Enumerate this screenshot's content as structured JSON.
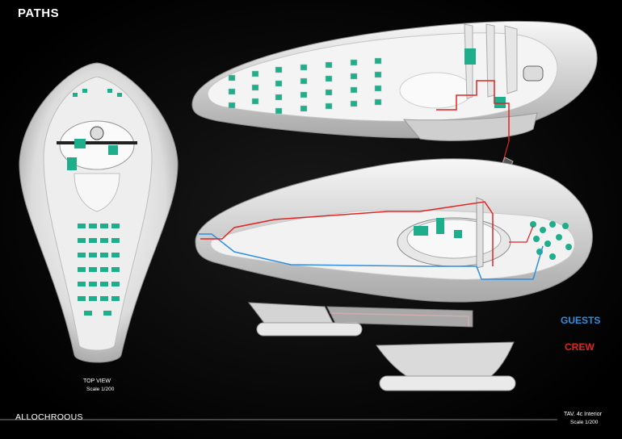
{
  "sheet": {
    "title": "PATHS",
    "top_view_label": "TOP VIEW",
    "top_view_scale": "Scale 1/200",
    "brand": "ALLOCHROOUS",
    "ref_title": "TAV. 4c Interior",
    "ref_scale": "Scale 1/200"
  },
  "legend": {
    "guests": "GUESTS",
    "crew": "CREW"
  },
  "colors": {
    "background": "#000000",
    "hull": "#d8d8d8",
    "interior": "#f2f2f2",
    "seats": "#1fae8c",
    "guests_path": "#2f8fe0",
    "crew_path": "#e02424"
  }
}
